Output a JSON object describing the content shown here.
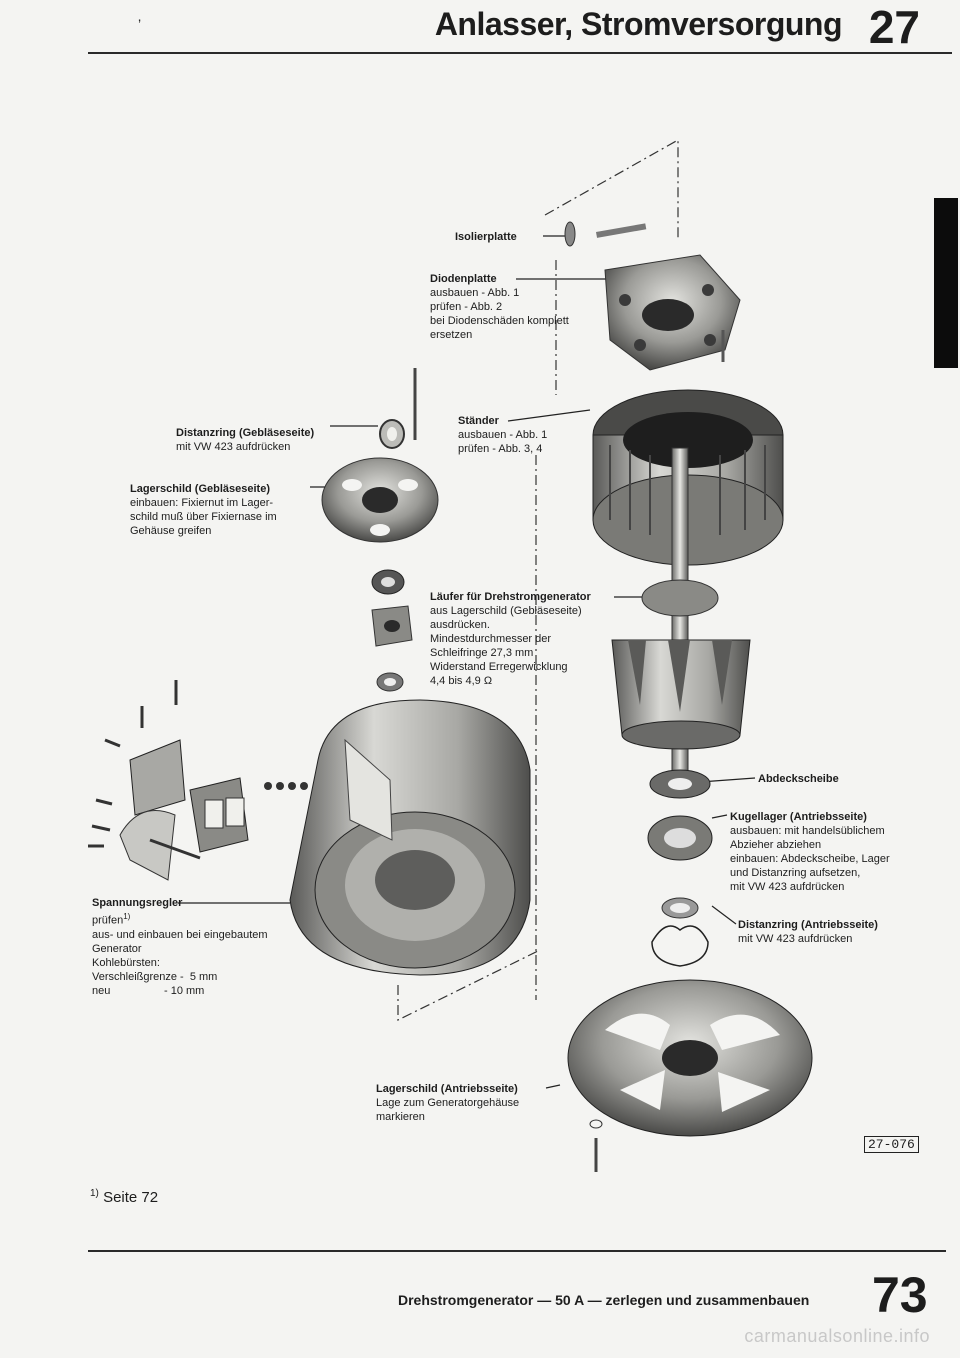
{
  "header": {
    "title": "Anlasser, Stromversorgung",
    "chapter": "27",
    "tick": "’"
  },
  "labels": {
    "isolierplatte": "Isolierplatte",
    "diodenplatte": {
      "title": "Diodenplatte",
      "lines": [
        "ausbauen - Abb. 1",
        "prüfen - Abb. 2",
        "bei Diodenschäden komplett",
        "ersetzen"
      ]
    },
    "staender": {
      "title": "Ständer",
      "lines": [
        "ausbauen - Abb. 1",
        "prüfen - Abb. 3, 4"
      ]
    },
    "distanzring_geblaese": {
      "title": "Distanzring (Gebläseseite)",
      "lines": [
        "mit VW 423 aufdrücken"
      ]
    },
    "lagerschild_geblaese": {
      "title": "Lagerschild (Gebläseseite)",
      "lines": [
        "einbauen: Fixiernut im Lager-",
        "schild muß über Fixiernase im",
        "Gehäuse greifen"
      ]
    },
    "laeufer": {
      "title": "Läufer für Drehstromgenerator",
      "lines": [
        "aus Lagerschild (Gebläseseite)",
        "ausdrücken.",
        "Mindestdurchmesser der",
        "Schleifringe 27,3 mm",
        "Widerstand Erregerwicklung",
        "4,4 bis 4,9 Ω"
      ]
    },
    "abdeckscheibe": "Abdeckscheibe",
    "kugellager": {
      "title": "Kugellager (Antriebsseite)",
      "lines": [
        "ausbauen: mit handelsüblichem",
        "Abzieher abziehen",
        "einbauen: Abdeckscheibe, Lager",
        "und Distanzring aufsetzen,",
        "mit VW 423 aufdrücken"
      ]
    },
    "distanzring_antrieb": {
      "title": "Distanzring (Antriebsseite)",
      "lines": [
        "mit VW 423 aufdrücken"
      ]
    },
    "spannungsregler": {
      "title": "Spannungsregler",
      "check": "prüfen",
      "check_ref": "1)",
      "lines": [
        "aus- und einbauen bei eingebautem",
        "Generator",
        "Kohlebürsten:"
      ],
      "wear_label": "Verschleißgrenze -",
      "wear_value": "5 mm",
      "new_label": "neu",
      "new_value": "- 10 mm"
    },
    "lagerschild_antrieb": {
      "title": "Lagerschild (Antriebsseite)",
      "lines": [
        "Lage zum Generatorgehäuse",
        "markieren"
      ]
    }
  },
  "figure_code": "27-076",
  "footnote": {
    "mark": "1)",
    "text": "Seite 72"
  },
  "footer": {
    "caption": "Drehstromgenerator — 50 A — zerlegen und zusammenbauen",
    "page_number": "73"
  },
  "watermark": "carmanualsonline.info"
}
